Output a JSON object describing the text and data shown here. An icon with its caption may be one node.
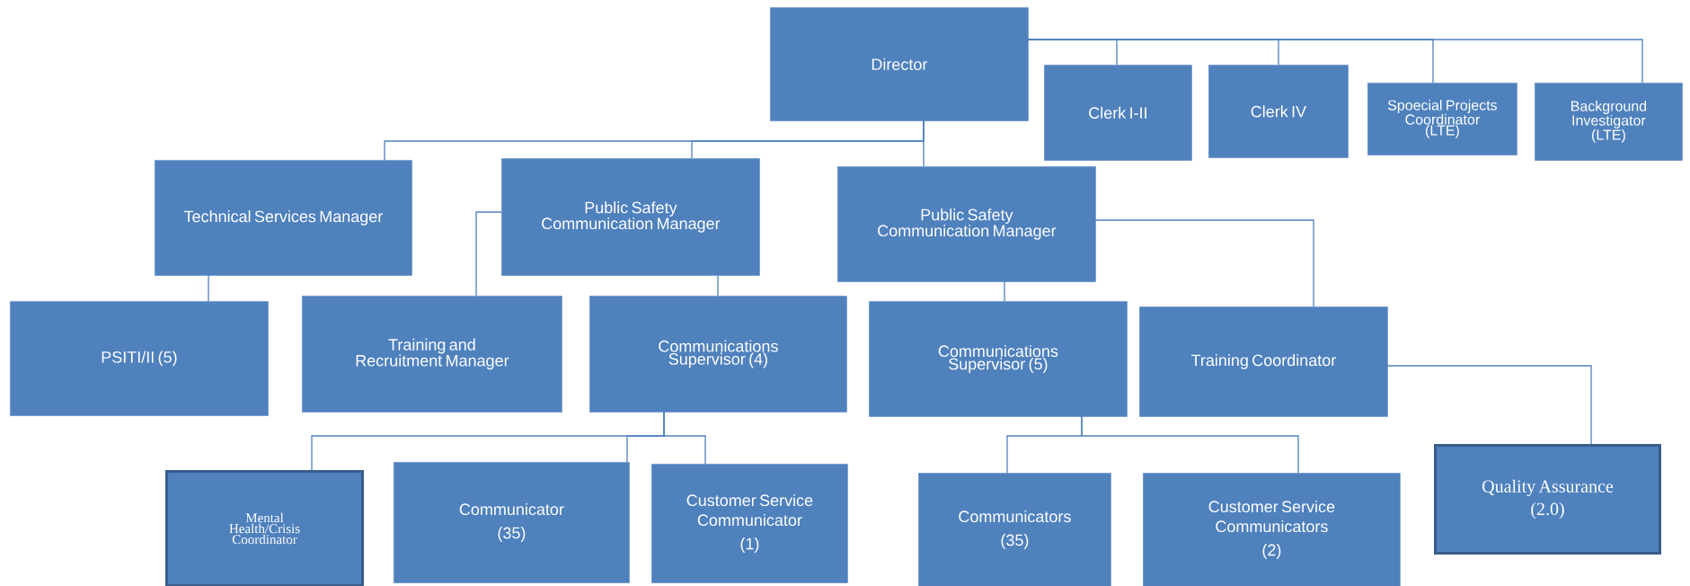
{
  "diagram": {
    "nodes": [
      {
        "text": [
          "Director"
        ]
      },
      {
        "text": [
          "Clerk I-II"
        ]
      },
      {
        "text": [
          "Clerk IV"
        ]
      },
      {
        "text": [
          "Spoecial Projects Coordinator (LTE)"
        ]
      },
      {
        "text": [
          "Background Investigator (LTE)"
        ]
      },
      {
        "text": [
          "Technical Services Manager"
        ]
      },
      {
        "text": [
          "Public Safety Communication Manager"
        ]
      },
      {
        "text": [
          "Public Safety Communication Manager"
        ]
      },
      {
        "text": [
          "PSITI/II (5)"
        ]
      },
      {
        "text": [
          "Training and Recruitment Manager"
        ]
      },
      {
        "text": [
          "Communications Supervisor (4)"
        ]
      },
      {
        "text": [
          "Communications Supervisor (5)"
        ]
      },
      {
        "text": [
          "Training Coordinator"
        ]
      },
      {
        "text": [
          "Mental Health/Crisis Coordinator"
        ]
      },
      {
        "text": [
          "Communicator",
          "(35)"
        ]
      },
      {
        "text": [
          "Customer Service Communicator",
          "(1)"
        ]
      },
      {
        "text": [
          "Communicators",
          "(35)"
        ]
      },
      {
        "text": [
          "Customer Service Communicators",
          "(2)"
        ]
      },
      {
        "text": [
          "Quality Assurance",
          "(2.0)"
        ]
      }
    ],
    "edges": [
      {
        "from": 0,
        "to": 1,
        "arrow": "none"
      },
      {
        "from": 0,
        "to": 2,
        "arrow": "none"
      },
      {
        "from": 0,
        "to": 3,
        "arrow": "none"
      },
      {
        "from": 0,
        "to": 4,
        "arrow": "none"
      },
      {
        "from": 0,
        "to": 5,
        "arrow": "none"
      },
      {
        "from": 0,
        "to": 6,
        "arrow": "none"
      },
      {
        "from": 0,
        "to": 7,
        "arrow": "none"
      },
      {
        "from": 5,
        "to": 8,
        "arrow": "none"
      },
      {
        "from": 6,
        "to": 9,
        "arrow": "none"
      },
      {
        "from": 6,
        "to": 10,
        "arrow": "none"
      },
      {
        "from": 7,
        "to": 11,
        "arrow": "none"
      },
      {
        "from": 7,
        "to": 12,
        "arrow": "none"
      },
      {
        "from": 10,
        "to": 13,
        "arrow": "none"
      },
      {
        "from": 10,
        "to": 14,
        "arrow": "none"
      },
      {
        "from": 10,
        "to": 15,
        "arrow": "none"
      },
      {
        "from": 11,
        "to": 16,
        "arrow": "none"
      },
      {
        "from": 11,
        "to": 17,
        "arrow": "none"
      },
      {
        "from": 12,
        "to": 18,
        "arrow": "none"
      }
    ]
  }
}
